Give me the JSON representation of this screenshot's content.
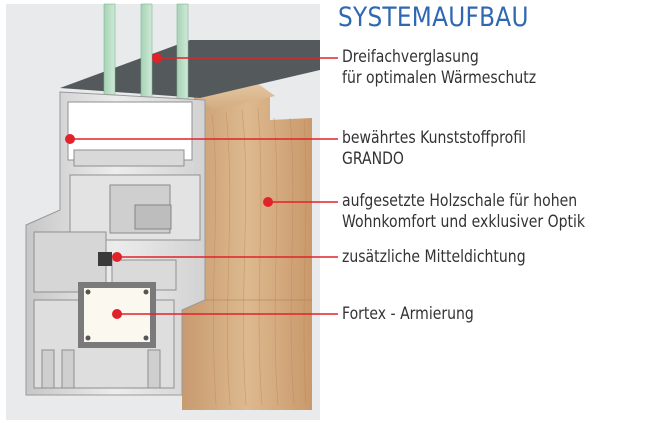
{
  "title": "SYSTEMAUFBAU",
  "callouts": [
    {
      "line1": "Dreifachverglasung",
      "line2": "für optimalen Wärmeschutz"
    },
    {
      "line1": "bewährtes Kunststoffprofil",
      "line2": "GRANDO"
    },
    {
      "line1": "aufgesetzte Holzschale für hohen",
      "line2": "Wohnkomfort und exklusiver Optik"
    },
    {
      "line1": "zusätzliche Mitteldichtung",
      "line2": ""
    },
    {
      "line1": "Fortex - Armierung",
      "line2": ""
    }
  ],
  "colors": {
    "title": "#2f67b2",
    "marker": "#e2222a",
    "text": "#333333"
  }
}
